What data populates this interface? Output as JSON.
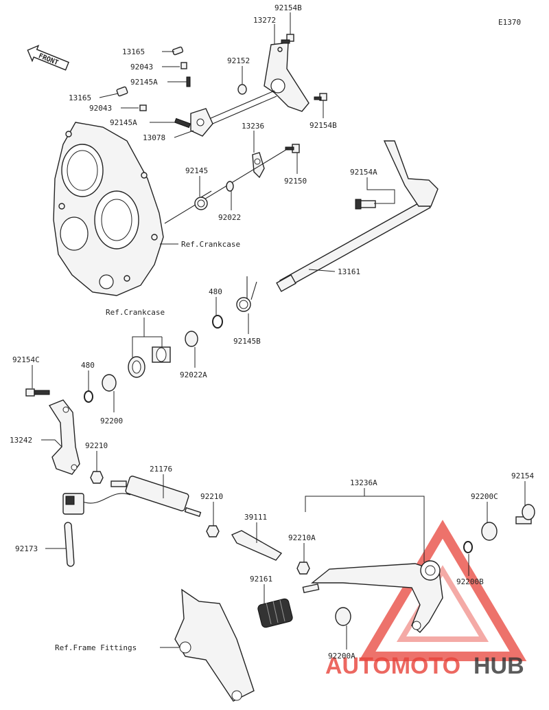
{
  "diagram_code": "E1370",
  "front_label": "FRONT",
  "watermark": {
    "text_a": "AUTOMOTO",
    "text_b": "HUB",
    "color": "#e8433a",
    "color_b": "#333333"
  },
  "labels": {
    "p92154B_top": "92154B",
    "p13272": "13272",
    "p13165_a": "13165",
    "p92043_a": "92043",
    "p92145A_a": "92145A",
    "p92152": "92152",
    "p13165_b": "13165",
    "p92043_b": "92043",
    "p92145A_b": "92145A",
    "p13078": "13078",
    "p92154B_right": "92154B",
    "p13236": "13236",
    "p92145": "92145",
    "p92150": "92150",
    "p92154A": "92154A",
    "p92022": "92022",
    "ref_crankcase_1": "Ref.Crankcase",
    "p13161": "13161",
    "p480_a": "480",
    "ref_crankcase_2": "Ref.Crankcase",
    "p92145B": "92145B",
    "p92022A": "92022A",
    "p92154C": "92154C",
    "p480_b": "480",
    "p92200": "92200",
    "p13242": "13242",
    "p92210_a": "92210",
    "p21176": "21176",
    "p13236A": "13236A",
    "p92154": "92154",
    "p92210_b": "92210",
    "p39111": "39111",
    "p92200C": "92200C",
    "p92210A": "92210A",
    "p92173": "92173",
    "p92161": "92161",
    "p92200B": "92200B",
    "ref_frame": "Ref.Frame Fittings",
    "p92200A": "92200A"
  }
}
